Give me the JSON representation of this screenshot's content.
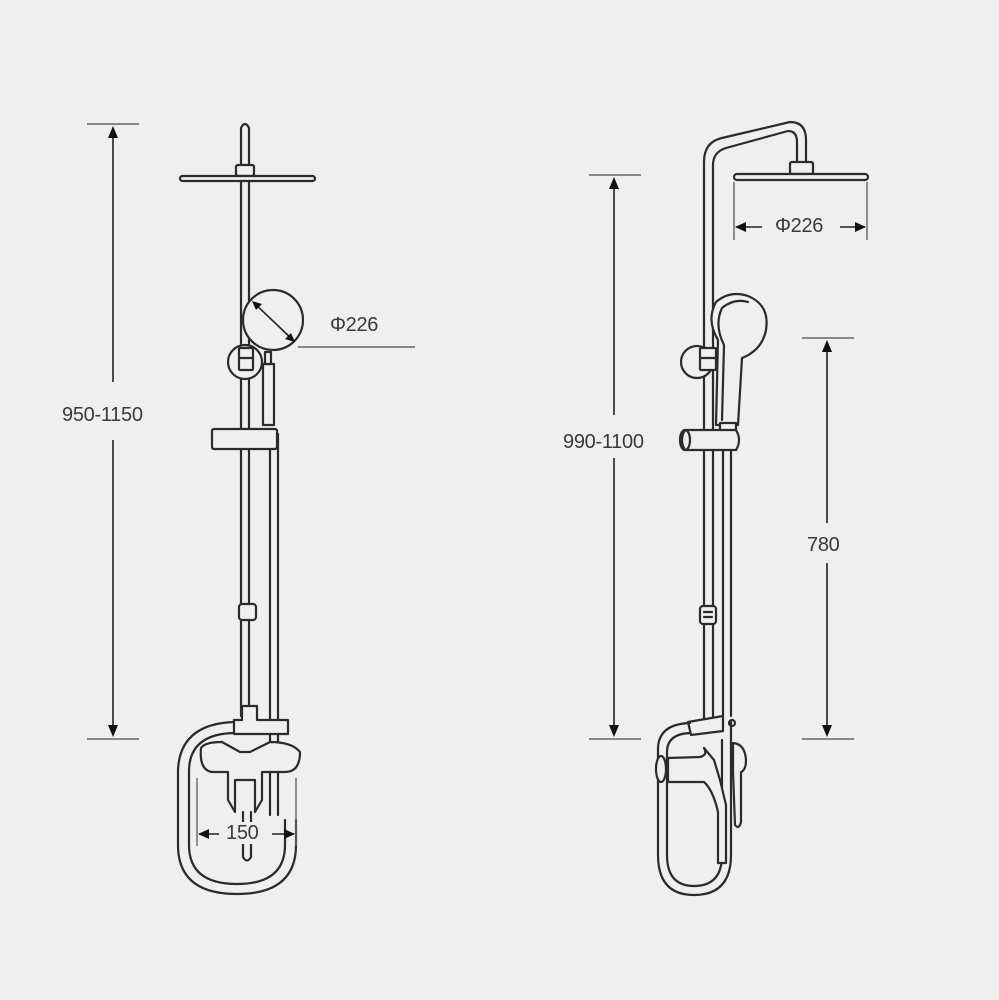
{
  "diagram": {
    "background": "#efefef",
    "line_color": "#2b2b2b",
    "views": [
      {
        "name": "front-view",
        "dimensions": {
          "total_height": "950-1150",
          "hand_shower_diameter": "Φ226",
          "mixer_width": "150"
        }
      },
      {
        "name": "side-view",
        "dimensions": {
          "total_height": "990-1100",
          "head_shower_diameter": "Φ226",
          "slide_bar_height": "780"
        }
      }
    ]
  }
}
